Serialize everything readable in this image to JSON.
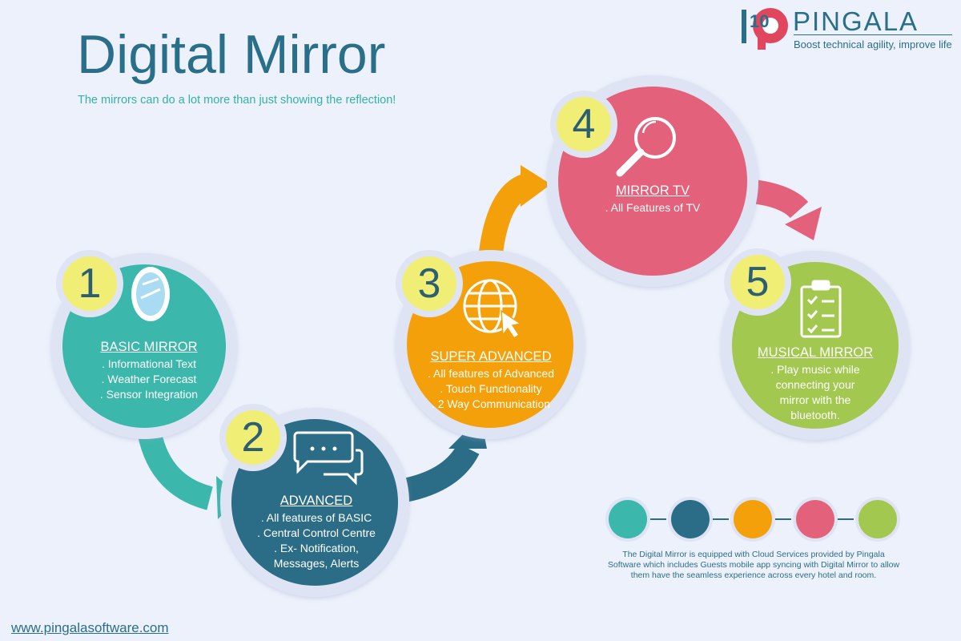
{
  "header": {
    "title": "Digital Mirror",
    "subtitle": "The mirrors can do a lot more than just showing the reflection!"
  },
  "logo": {
    "brand": "PINGALA",
    "tagline": "Boost technical agility, improve life",
    "mark_number": "10"
  },
  "steps": [
    {
      "number": "1",
      "title": "BASIC MIRROR",
      "lines": [
        ". Informational Text",
        ". Weather Forecast",
        ". Sensor Integration"
      ],
      "icon": "mirror-icon",
      "color": "#3bb8ab"
    },
    {
      "number": "2",
      "title": "ADVANCED",
      "lines": [
        ". All features of BASIC",
        ". Central Control Centre",
        ". Ex- Notification,",
        "Messages, Alerts"
      ],
      "icon": "chat-bubbles-icon",
      "color": "#2b6d86"
    },
    {
      "number": "3",
      "title": "SUPER ADVANCED",
      "lines": [
        ". All features of Advanced",
        ". Touch Functionality",
        ". 2 Way Communication"
      ],
      "icon": "globe-cursor-icon",
      "color": "#f4a00a"
    },
    {
      "number": "4",
      "title": "MIRROR TV",
      "lines": [
        ". All Features of TV"
      ],
      "icon": "magnifier-icon",
      "color": "#e4617b"
    },
    {
      "number": "5",
      "title": "MUSICAL MIRROR",
      "lines": [
        ". Play music while",
        "connecting your",
        "mirror with the",
        "bluetooth."
      ],
      "icon": "clipboard-checklist-icon",
      "color": "#a2c84f"
    }
  ],
  "palette": [
    "#3bb8ab",
    "#2b6d86",
    "#f4a00a",
    "#e4617b",
    "#a2c84f"
  ],
  "colors": {
    "number_badge": "#f1ee76",
    "background": "#edf1fb",
    "accent_text": "#2a6f8a"
  },
  "footer": {
    "note": "The Digital Mirror is equipped with Cloud Services provided by Pingala Software which includes Guests mobile app syncing with Digital Mirror to allow them have the seamless experience across every hotel and room.",
    "website": "www.pingalasoftware.com"
  }
}
